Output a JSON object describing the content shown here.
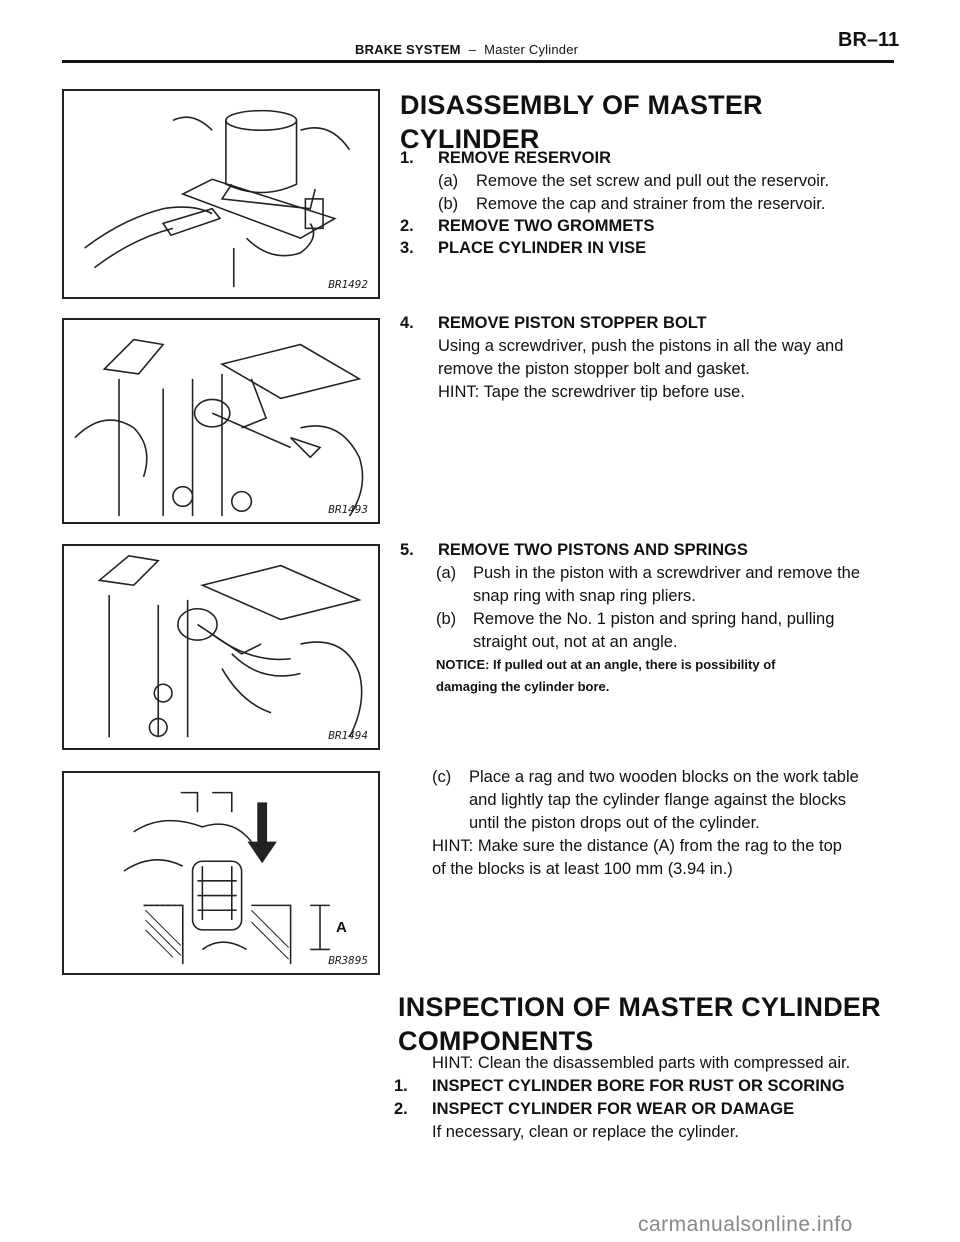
{
  "header": {
    "section": "BRAKE SYSTEM",
    "separator": "–",
    "subsection": "Master Cylinder",
    "page_code": "BR–11"
  },
  "figures": [
    {
      "code": "BR1492"
    },
    {
      "code": "BR1493"
    },
    {
      "code": "BR1494"
    },
    {
      "code": "BR3895",
      "label_a": "A"
    }
  ],
  "disassembly": {
    "title_line1": "DISASSEMBLY OF MASTER",
    "title_line2": "CYLINDER",
    "step1": {
      "num": "1.",
      "title": "REMOVE RESERVOIR"
    },
    "step1a": {
      "label": "(a)",
      "text": "Remove the set screw and pull out the reservoir."
    },
    "step1b": {
      "label": "(b)",
      "text": "Remove the cap and strainer from the reservoir."
    },
    "step2": {
      "num": "2.",
      "title": "REMOVE TWO GROMMETS"
    },
    "step3": {
      "num": "3.",
      "title": "PLACE CYLINDER IN VISE"
    },
    "step4": {
      "num": "4.",
      "title": "REMOVE PISTON STOPPER BOLT",
      "line1": "Using a screwdriver, push the pistons in all the way and",
      "line2": "remove the piston stopper bolt and gasket.",
      "hint": "HINT: Tape the screwdriver tip before use."
    },
    "step5": {
      "num": "5.",
      "title": "REMOVE TWO PISTONS AND SPRINGS",
      "a_label": "(a)",
      "a_line1": "Push in the piston with a screwdriver and remove the",
      "a_line2": "snap ring with snap ring pliers.",
      "b_label": "(b)",
      "b_line1": "Remove  the  No.  1  piston  and  spring  hand,  pulling",
      "b_line2": "straight out, not at an angle.",
      "notice_line1": "NOTICE:  If  pulled  out  at  an  angle,  there  is  possibility  of",
      "notice_line2": "damaging  the  cylinder  bore.",
      "c_label": "(c)",
      "c_line1": "Place a rag and two wooden blocks on the work table",
      "c_line2": "and lightly tap the cylinder flange against the blocks",
      "c_line3": "until the piston drops out of the cylinder.",
      "hint_line1": "HINT: Make sure the distance (A) from the rag to the top",
      "hint_line2": "of the blocks is at least 100 mm (3.94 in.)"
    }
  },
  "inspection": {
    "title_line1": "INSPECTION OF MASTER CYLINDER",
    "title_line2": "COMPONENTS",
    "hint": "HINT: Clean the disassembled parts with compressed air.",
    "step1": {
      "num": "1.",
      "title": "INSPECT CYLINDER BORE FOR RUST OR SCORING"
    },
    "step2": {
      "num": "2.",
      "title": "INSPECT CYLINDER FOR WEAR OR DAMAGE"
    },
    "step2_text": "If necessary, clean or replace the cylinder."
  },
  "watermark": "carmanualsonline.info"
}
